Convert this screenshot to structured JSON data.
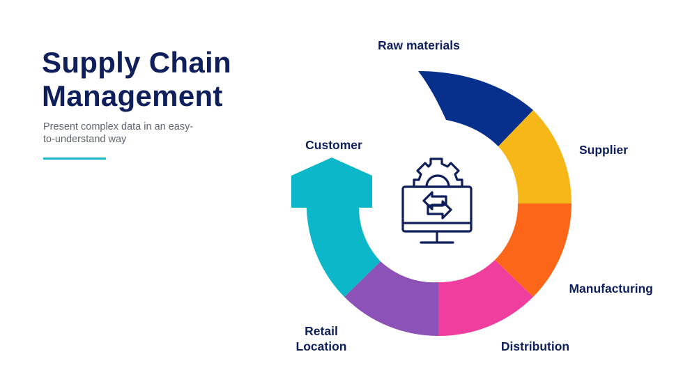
{
  "slide": {
    "title_line1": "Supply Chain",
    "title_line2": "Management",
    "subtitle_line1": "Present complex data in an easy-",
    "subtitle_line2": "to-understand way"
  },
  "diagram": {
    "center_icon": "monitor-gear-exchange-icon",
    "stages": [
      {
        "label": "Raw materials",
        "color": "#06308c"
      },
      {
        "label": "Supplier",
        "color": "#f8b718"
      },
      {
        "label": "Manufacturing",
        "color": "#fb6618"
      },
      {
        "label": "Distribution",
        "color": "#ef3e9e"
      },
      {
        "label": "Retail",
        "label_line2": "Location",
        "color": "#8c52b8"
      },
      {
        "label": "Customer",
        "color": "#0cb7c9"
      }
    ],
    "icon_color": "#0e1f5b"
  }
}
